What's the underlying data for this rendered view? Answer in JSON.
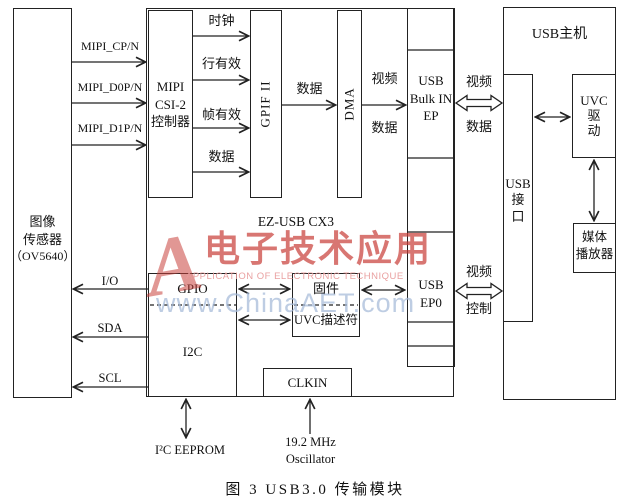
{
  "figure": {
    "caption": "图 3  USB3.0 传输模块"
  },
  "sensor": {
    "l1": "图像",
    "l2": "传感器",
    "l3": "（OV5640）"
  },
  "signals": {
    "mipi": [
      "MIPI_CP/N",
      "MIPI_D0P/N",
      "MIPI_D1P/N"
    ],
    "csi_out": [
      "时钟",
      "行有效",
      "帧有效",
      "数据"
    ],
    "gpif_to_dma": "数据",
    "dma_out": {
      "l1": "视频",
      "l2": "数据"
    },
    "ctrl": [
      "I/O",
      "SDA",
      "SCL"
    ]
  },
  "cx3": {
    "title": "EZ-USB CX3",
    "csi2": {
      "l1": "MIPI",
      "l2": "CSI-2",
      "l3": "控制器"
    },
    "gpif": "GPIF II",
    "dma": "DMA",
    "bulk_ep": {
      "l1": "USB",
      "l2": "Bulk IN",
      "l3": "EP"
    },
    "ep0": {
      "l1": "USB",
      "l2": "EP0"
    },
    "gpio": "GPIO",
    "i2c": "I2C",
    "firmware": "固件",
    "uvc_descriptor": "UVC描述符",
    "clkin": "CLKIN"
  },
  "usb_bus": {
    "video_data": {
      "l1": "视频",
      "l2": "数据"
    },
    "video_control": {
      "l1": "视频",
      "l2": "控制"
    }
  },
  "host": {
    "title": "USB主机",
    "usb_interface": {
      "l1": "USB",
      "l2": "接",
      "l3": "口"
    },
    "uvc_driver": {
      "l1": "UVC",
      "l2": "驱",
      "l3": "动"
    },
    "media_player": {
      "l1": "媒体",
      "l2": "播放器"
    }
  },
  "external": {
    "eeprom": "I²C EEPROM",
    "oscillator": {
      "l1": "19.2 MHz",
      "l2": "Oscillator"
    }
  },
  "watermark": {
    "initial": "A",
    "cn": "电子技术应用",
    "en": "APPLICATION OF ELECTRONIC TECHNIQUE",
    "url": "www.ChinaAET.com"
  },
  "colors": {
    "line": "#222222",
    "watermark_red": "#c8423c",
    "watermark_pink": "#e89b9b",
    "watermark_blue": "#a8bcd9"
  }
}
